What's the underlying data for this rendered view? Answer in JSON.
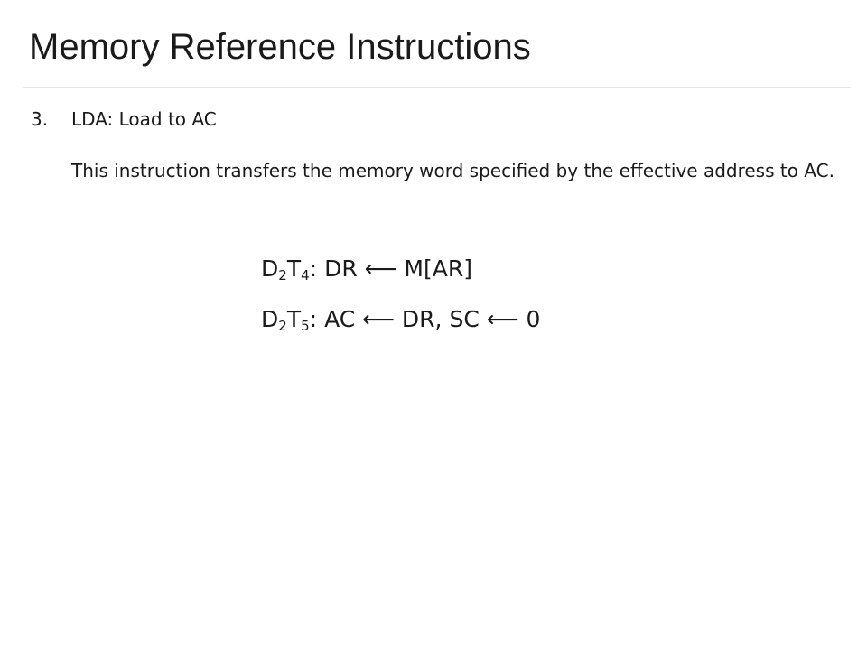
{
  "slide": {
    "title": "Memory Reference Instructions",
    "item": {
      "number": "3.",
      "heading": "LDA: Load to AC",
      "description": "This instruction transfers the memory word specified by the effective address to AC."
    },
    "equations": [
      {
        "d": "D",
        "d_sub": "2",
        "t": "T",
        "t_sub": "4",
        "colon": ":",
        "expr": "DR ⟵ M[AR]"
      },
      {
        "d": "D",
        "d_sub": "2",
        "t": "T",
        "t_sub": "5",
        "colon": ":",
        "expr": "AC ⟵ DR, SC ⟵ 0"
      }
    ]
  }
}
